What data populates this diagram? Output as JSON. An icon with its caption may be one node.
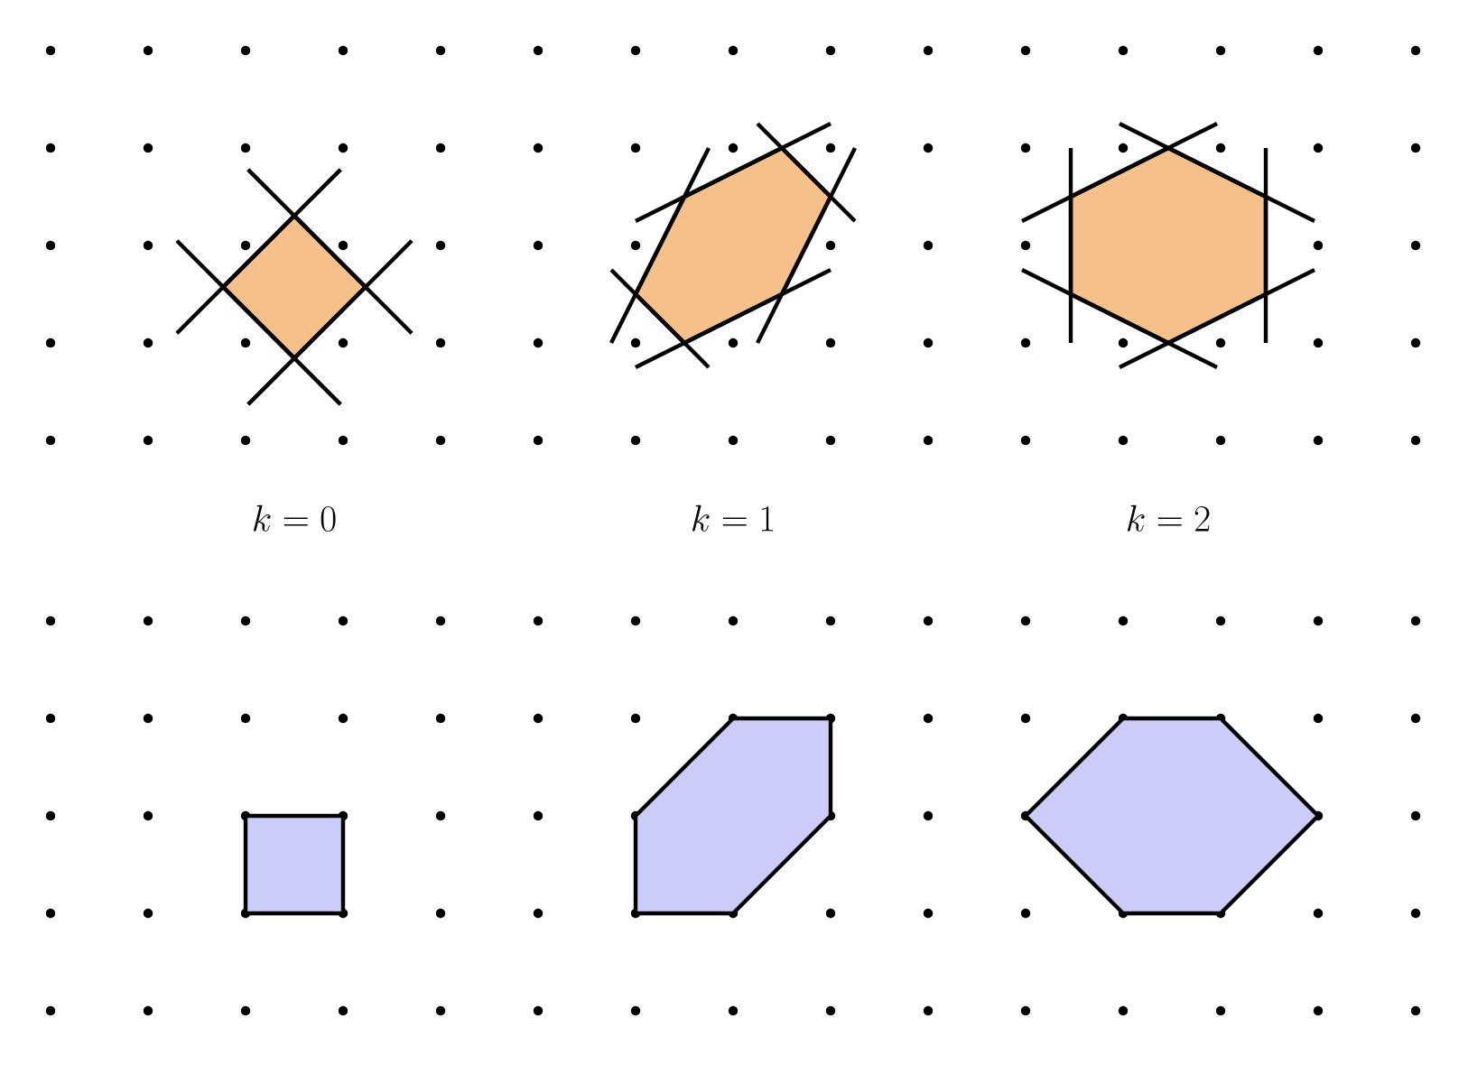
{
  "diagram": {
    "labels": [
      "k=0",
      "k=1",
      "k=2"
    ]
  }
}
